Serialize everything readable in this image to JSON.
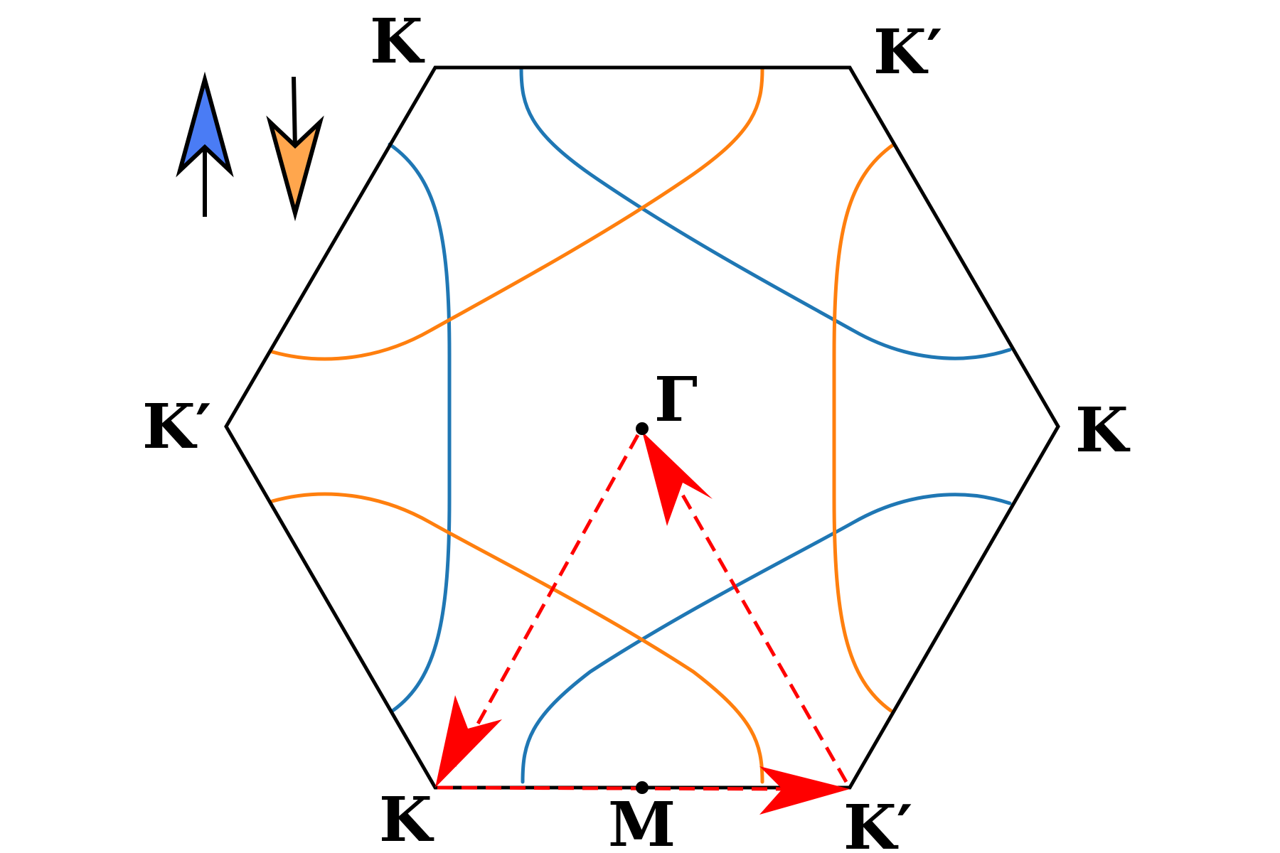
{
  "colors": {
    "background": "#ffffff",
    "hexagon": "#000000",
    "spin_up_curve": "#1f77b4",
    "spin_down_curve": "#ff7f0e",
    "spin_up_arrow_fill": "#4a7cf5",
    "spin_down_arrow_fill": "#ffa64d",
    "scattering_path": "#ff0000"
  },
  "labels": {
    "K_top_left": "K",
    "Kp_top_right": "K′",
    "Kp_left": "K′",
    "K_right": "K",
    "K_bottom_left": "K",
    "Kp_bottom_right": "K′",
    "Gamma": "Γ",
    "M": "M"
  },
  "legend": {
    "spin_up_icon": "spin-up-arrow-icon",
    "spin_down_icon": "spin-down-arrow-icon"
  },
  "scattering": {
    "style": "dashed",
    "path": [
      "Γ",
      "K",
      "K′",
      "Γ"
    ]
  }
}
